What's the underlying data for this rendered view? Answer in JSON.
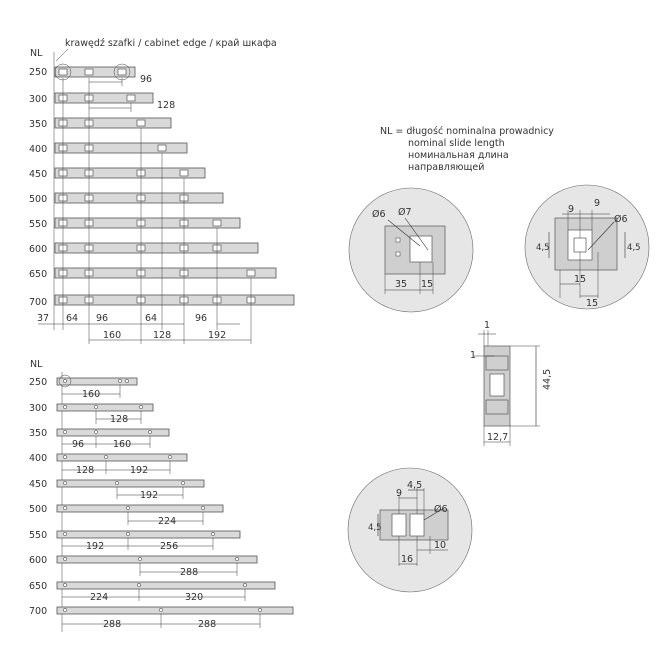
{
  "header": {
    "cabinet_edge": "krawędź szafki / cabinet edge / край шкафа",
    "nl_label": "NL"
  },
  "legend": {
    "line1": "NL = długość nominalna prowadnicy",
    "line2": "nominal slide length",
    "line3": "номинальная длина",
    "line4": "направляющей"
  },
  "top_rows": [
    "250",
    "300",
    "350",
    "400",
    "450",
    "500",
    "550",
    "600",
    "650",
    "700"
  ],
  "top_dims": {
    "d96_small": "96",
    "d128_small": "128",
    "bottom": [
      "37",
      "64",
      "96",
      "64",
      "96"
    ],
    "bottom2": [
      "160",
      "128",
      "192"
    ]
  },
  "bottom_rows": [
    "250",
    "300",
    "350",
    "400",
    "450",
    "500",
    "550",
    "600",
    "650",
    "700"
  ],
  "bottom_dims": [
    [
      "160"
    ],
    [
      "128"
    ],
    [
      "96",
      "160"
    ],
    [
      "128",
      "192"
    ],
    [
      "192"
    ],
    [
      "224"
    ],
    [
      "192",
      "256"
    ],
    [
      "288"
    ],
    [
      "224",
      "320"
    ],
    [
      "288",
      "288"
    ]
  ],
  "detail1": {
    "d6": "Ø6",
    "d7": "Ø7",
    "w35": "35",
    "w15": "15"
  },
  "detail2": {
    "d9a": "9",
    "d9b": "9",
    "d6": "Ø6",
    "h45a": "4,5",
    "h45b": "4,5",
    "w15a": "15",
    "w15b": "15"
  },
  "profile": {
    "t1a": "1",
    "t1b": "1",
    "h": "44,5",
    "w": "12,7"
  },
  "detail3": {
    "d45": "4,5",
    "d9": "9",
    "d6": "Ø6",
    "h45": "4,5",
    "w10": "10",
    "w16": "16"
  }
}
